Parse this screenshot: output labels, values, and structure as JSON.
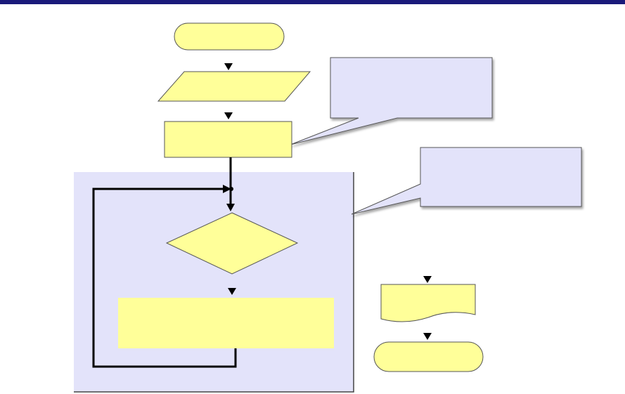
{
  "colors": {
    "header_bar": "#1a1a7a",
    "shape_fill": "#ffff99",
    "shape_stroke": "#555555",
    "loop_region_fill": "#e3e3fa",
    "callout_fill": "#e3e3fa",
    "line": "#000000"
  },
  "nodes": [
    {
      "id": "start",
      "shape": "terminator",
      "text": ""
    },
    {
      "id": "input",
      "shape": "parallelogram",
      "text": ""
    },
    {
      "id": "init",
      "shape": "process",
      "text": ""
    },
    {
      "id": "condition",
      "shape": "decision",
      "text": ""
    },
    {
      "id": "loop-body",
      "shape": "process",
      "text": ""
    },
    {
      "id": "output",
      "shape": "document",
      "text": ""
    },
    {
      "id": "end",
      "shape": "terminator",
      "text": ""
    }
  ],
  "callouts": [
    {
      "id": "init-callout",
      "text": ""
    },
    {
      "id": "loop-callout",
      "text": ""
    }
  ]
}
